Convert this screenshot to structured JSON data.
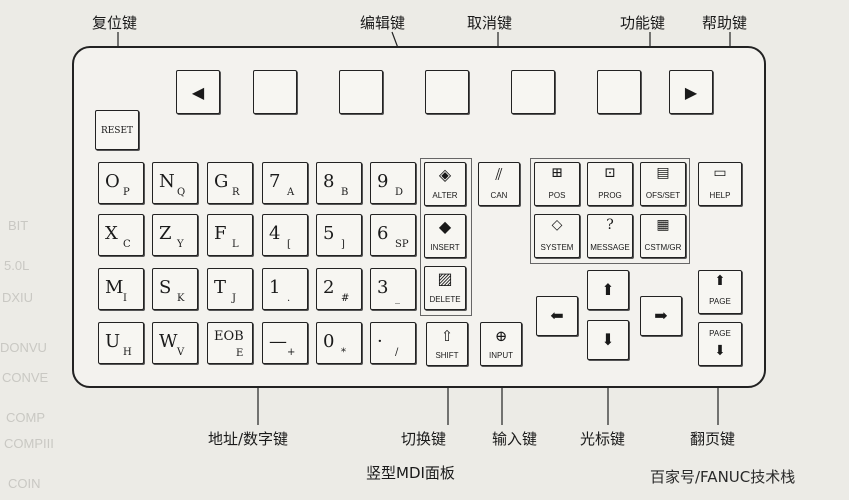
{
  "callouts": {
    "reset": "复位键",
    "edit": "编辑键",
    "cancel": "取消键",
    "function": "功能键",
    "help": "帮助键",
    "address": "地址/数字键",
    "shift": "切换键",
    "input": "输入键",
    "cursor": "光标键",
    "page": "翻页键"
  },
  "caption": "竖型MDI面板",
  "watermark": "百家号/FANUC技术栈",
  "keys": {
    "reset": "RESET",
    "alter": "ALTER",
    "insert": "INSERT",
    "delete": "DELETE",
    "can": "CAN",
    "shift": "SHIFT",
    "input": "INPUT",
    "pos": "POS",
    "prog": "PROG",
    "ofs_set": "OFS/SET",
    "help": "HELP",
    "system": "SYSTEM",
    "message": "MESSAGE",
    "cstm_gr": "CSTM/GR",
    "page_up": "PAGE",
    "page_down": "PAGE",
    "eob": "EOB",
    "eob_sub": "E"
  },
  "address_keys": [
    {
      "m": "O",
      "s": "P"
    },
    {
      "m": "N",
      "s": "Q"
    },
    {
      "m": "G",
      "s": "R"
    },
    {
      "m": "7",
      "s": "A"
    },
    {
      "m": "8",
      "s": "B"
    },
    {
      "m": "9",
      "s": "D"
    },
    {
      "m": "X",
      "s": "C"
    },
    {
      "m": "Z",
      "s": "Y"
    },
    {
      "m": "F",
      "s": "L"
    },
    {
      "m": "4",
      "s": "["
    },
    {
      "m": "5",
      "s": "]"
    },
    {
      "m": "6",
      "s": "SP"
    },
    {
      "m": "M",
      "s": "I"
    },
    {
      "m": "S",
      "s": "K"
    },
    {
      "m": "T",
      "s": "J"
    },
    {
      "m": "1",
      "s": "."
    },
    {
      "m": "2",
      "s": "#"
    },
    {
      "m": "3",
      "s": "_"
    },
    {
      "m": "U",
      "s": "H"
    },
    {
      "m": "W",
      "s": "V"
    },
    {
      "m": "—",
      "s": "+"
    },
    {
      "m": "0",
      "s": "*"
    },
    {
      "m": "·",
      "s": "/"
    }
  ],
  "icons": [
    "left-arrow-icon",
    "right-arrow-icon",
    "cursor-up-icon",
    "cursor-down-icon",
    "cursor-left-icon",
    "cursor-right-icon"
  ]
}
